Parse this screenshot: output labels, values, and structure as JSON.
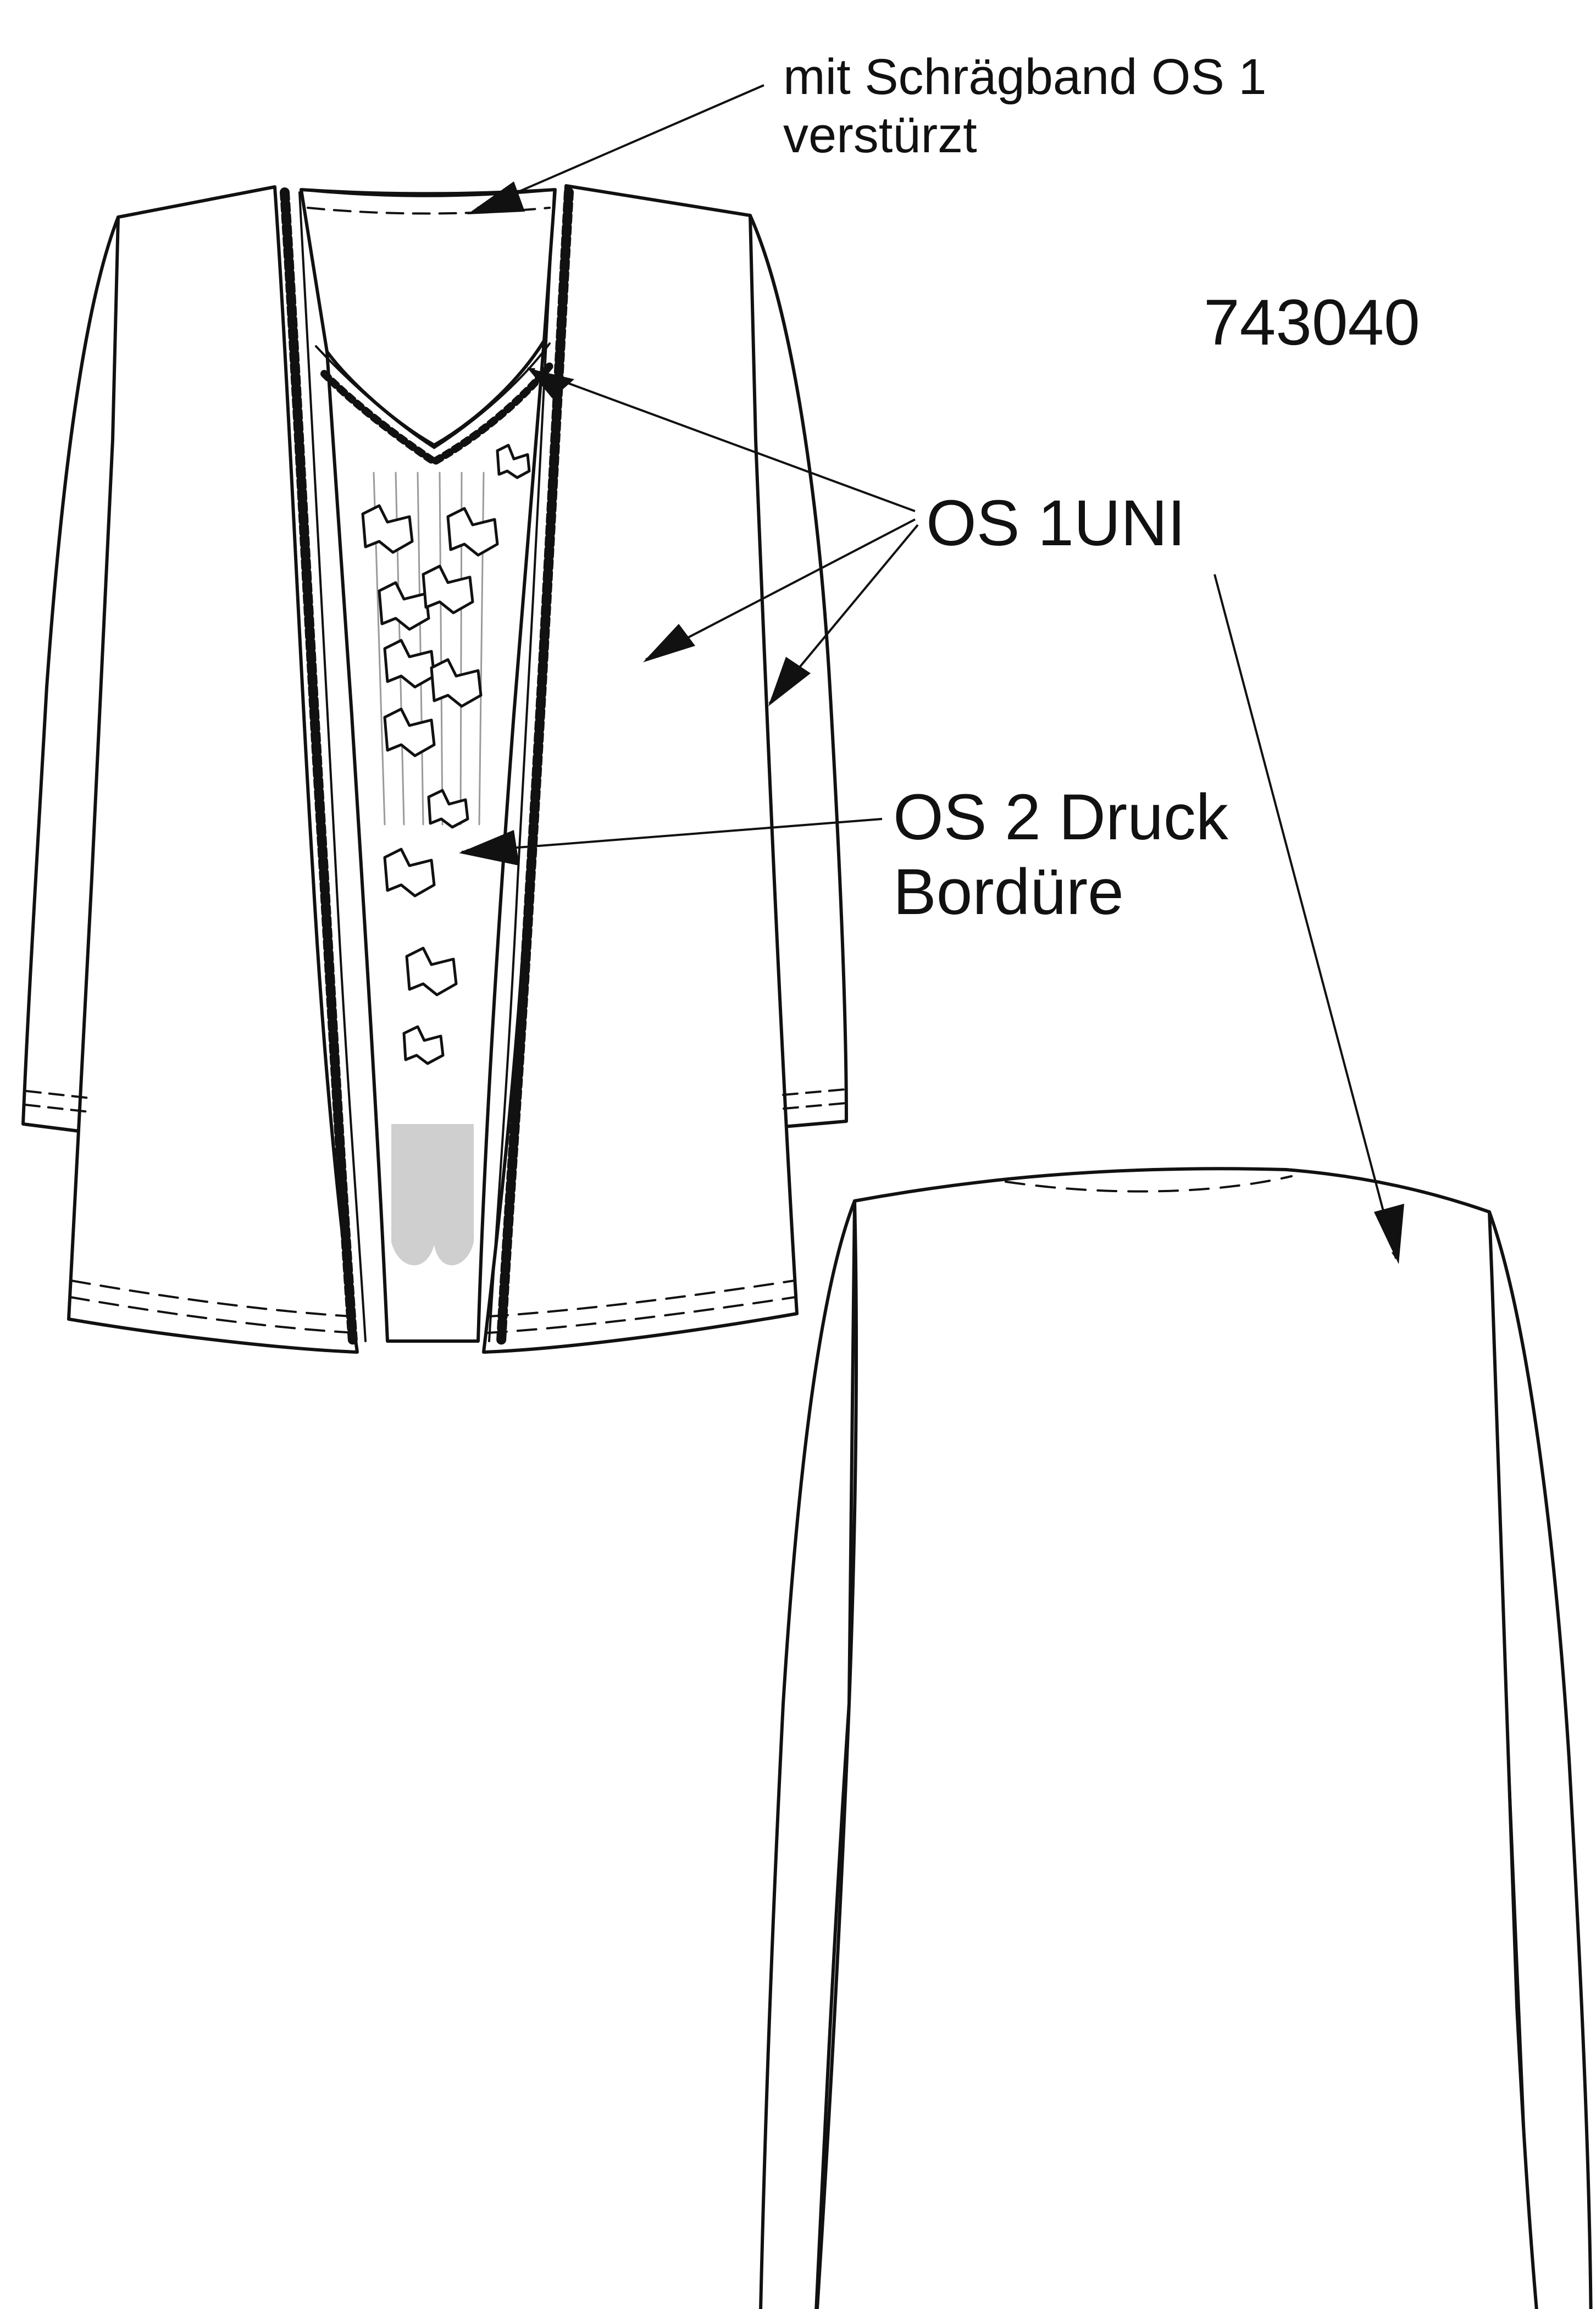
{
  "labels": {
    "binding_line1": "mit Schrägband OS 1",
    "binding_line2": "verstürzt",
    "style_number": "743040",
    "os1": "OS 1UNI",
    "os2_line1": "OS 2 Druck",
    "os2_line2": "Bordüre"
  },
  "colors": {
    "stroke": "#111111",
    "fill": "#ffffff",
    "print_panel": "#cfcfcf"
  }
}
